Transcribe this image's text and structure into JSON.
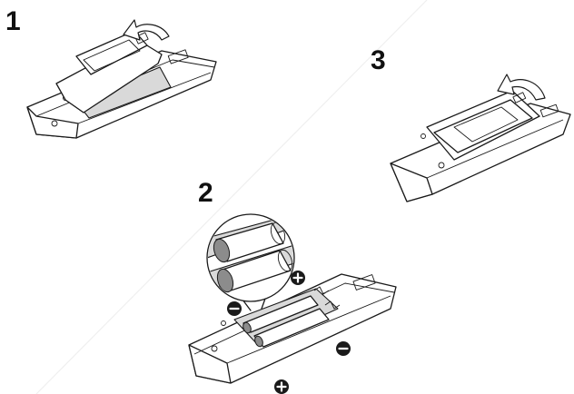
{
  "steps": [
    {
      "number": "1"
    },
    {
      "number": "2"
    },
    {
      "number": "3"
    }
  ],
  "polarity_markers": [
    {
      "sign": "plus"
    },
    {
      "sign": "minus"
    },
    {
      "sign": "minus"
    },
    {
      "sign": "plus"
    }
  ],
  "colors": {
    "line": "#1a1a1a",
    "shade": "#d9d9d9",
    "marker": "#1a1a1a",
    "background": "#ffffff"
  },
  "icons": [
    "curved-arrow-icon",
    "plus-marker-icon",
    "minus-marker-icon"
  ]
}
